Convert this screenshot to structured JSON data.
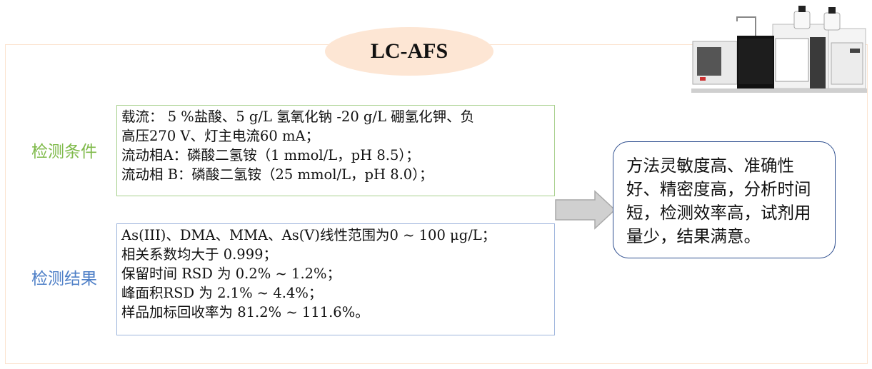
{
  "title": "LC-AFS",
  "conditions": {
    "label": "检测条件",
    "lines": [
      "载流： 5 %盐酸、5 g/L 氢氧化钠 -20 g/L 硼氢化钾、负",
      "高压270 V、灯主电流60 mA；",
      "流动相A：磷酸二氢铵（1 mmol/L，pH 8.5）；",
      "流动相 B：磷酸二氢铵（25 mmol/L，pH 8.0）；"
    ]
  },
  "results": {
    "label": "检测结果",
    "lines": [
      "As(III)、DMA、MMA、As(V)线性范围为0 ~ 100 μg/L；",
      "相关系数均大于 0.999；",
      "保留时间 RSD 为 0.2% ~ 1.2%；",
      "峰面积RSD 为 2.1% ~ 4.4%；",
      "样品加标回收率为 81.2% ~ 111.6%。"
    ]
  },
  "conclusion": {
    "text": "方法灵敏度高、准确性好、精密度高，分析时间短，检测效率高，试剂用量少，结果满意。"
  },
  "colors": {
    "conditions_accent": "#7fba4a",
    "results_accent": "#4e7fc7",
    "title_fill": "#fde6d4",
    "conclusion_border": "#2f4f8f"
  },
  "icons": {
    "instrument": "lc-afs-instrument-image",
    "arrow": "right-arrow"
  }
}
